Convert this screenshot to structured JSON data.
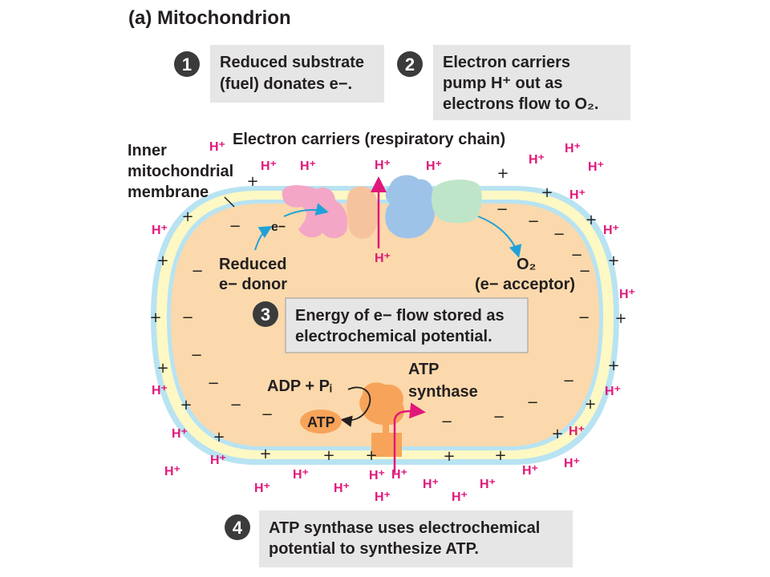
{
  "title": "(a)  Mitochondrion",
  "steps": [
    {
      "num": "1",
      "lines": [
        "Reduced substrate",
        "(fuel) donates e−."
      ]
    },
    {
      "num": "2",
      "lines": [
        "Electron carriers",
        "pump H⁺ out as",
        "electrons flow to O₂."
      ]
    },
    {
      "num": "3",
      "lines": [
        "Energy of e− flow stored as",
        "electrochemical potential."
      ]
    },
    {
      "num": "4",
      "lines": [
        "ATP synthase uses electrochemical",
        "potential to synthesize ATP."
      ]
    }
  ],
  "labels": {
    "respiratory_chain": "Electron carriers (respiratory chain)",
    "membrane": [
      "Inner",
      "mitochondrial",
      "membrane"
    ],
    "electron": "e−",
    "donor": [
      "Reduced",
      "e− donor"
    ],
    "acceptor": [
      "O₂",
      "(e− acceptor)"
    ],
    "adp": "ADP + Pᵢ",
    "atp": "ATP",
    "atp_synthase": [
      "ATP",
      "synthase"
    ],
    "proton": "H⁺",
    "plus": "+",
    "minus": "−"
  },
  "colors": {
    "matrix": "#fbd9ac",
    "membrane_yellow": "#fdf8c4",
    "membrane_blue": "#b8e3f2",
    "proton": "#e0187a",
    "step_box": "#e6e6e6",
    "step_badge": "#3b3b3b",
    "arrow_blue": "#1fa1d8",
    "carrier_pink": "#f4a6c6",
    "carrier_peach": "#f6c39f",
    "carrier_blue": "#9ec3e8",
    "carrier_green": "#bfe5c9",
    "atp_orange": "#f7a45a"
  }
}
